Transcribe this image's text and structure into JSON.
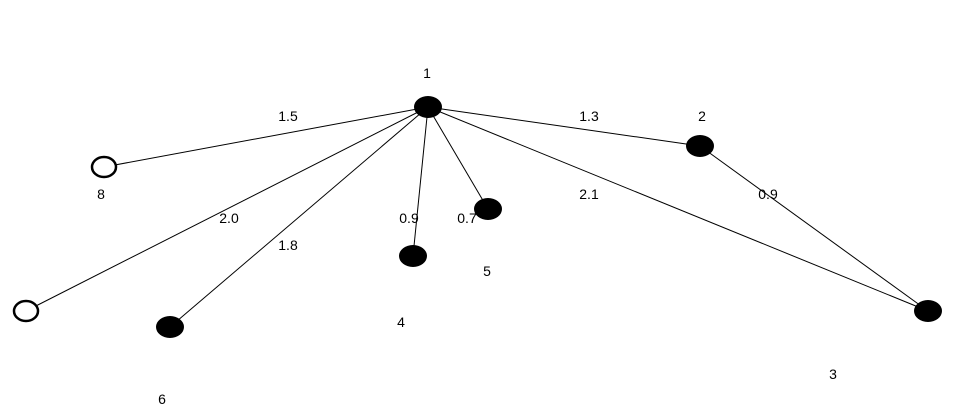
{
  "graph": {
    "nodes": [
      {
        "id": "n1",
        "label": "1",
        "filled": true
      },
      {
        "id": "n2",
        "label": "2",
        "filled": true
      },
      {
        "id": "n3",
        "label": "3",
        "filled": true
      },
      {
        "id": "n4",
        "label": "4",
        "filled": true
      },
      {
        "id": "n5",
        "label": "5",
        "filled": true
      },
      {
        "id": "n6",
        "label": "6",
        "filled": true
      },
      {
        "id": "n8",
        "label": "8",
        "filled": false
      },
      {
        "id": "n7",
        "label": "",
        "filled": false
      }
    ],
    "edges": [
      {
        "id": "e-1-8",
        "from": "n1",
        "to": "n8",
        "weight": "1.5"
      },
      {
        "id": "e-1-2",
        "from": "n1",
        "to": "n2",
        "weight": "1.3"
      },
      {
        "id": "e-1-7",
        "from": "n1",
        "to": "n7",
        "weight": "2.0"
      },
      {
        "id": "e-1-6",
        "from": "n1",
        "to": "n6",
        "weight": "1.8"
      },
      {
        "id": "e-1-4",
        "from": "n1",
        "to": "n4",
        "weight": "0.9"
      },
      {
        "id": "e-1-5",
        "from": "n1",
        "to": "n5",
        "weight": "0.7"
      },
      {
        "id": "e-1-3",
        "from": "n1",
        "to": "n3",
        "weight": "2.1"
      },
      {
        "id": "e-2-3",
        "from": "n2",
        "to": "n3",
        "weight": "0.9"
      }
    ]
  }
}
